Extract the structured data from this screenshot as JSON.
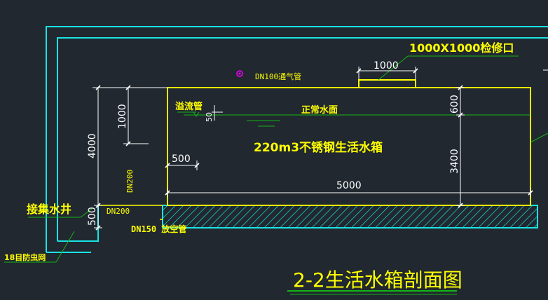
{
  "drawing": {
    "title": "2-2生活水箱剖面图",
    "tank_label": "220m3不锈钢生活水箱",
    "manhole_label": "1000X1000检修口",
    "vent_label": "DN100通气管",
    "overflow_label": "溢流管",
    "water_level_label": "正常水面",
    "sump_label": "接集水井",
    "drain_label": "DN150 放空管",
    "insect_net_label": "18目防虫网",
    "outlet_vertical_label": "DN200",
    "outlet_horizontal_label": "DN200"
  },
  "dimensions": {
    "manhole_width": "1000",
    "top_to_water": "600",
    "water_height": "3400",
    "tank_length": "5000",
    "left_total": "4000",
    "left_upper": "1000",
    "overflow_offset": "500",
    "small_gap": "50",
    "base_height": "500"
  },
  "colors": {
    "background": "#212830",
    "cyan": "#19e3e3",
    "yellow": "#ffff00",
    "white": "#ffffff",
    "green": "#14b414",
    "magenta": "#ff00ff"
  }
}
